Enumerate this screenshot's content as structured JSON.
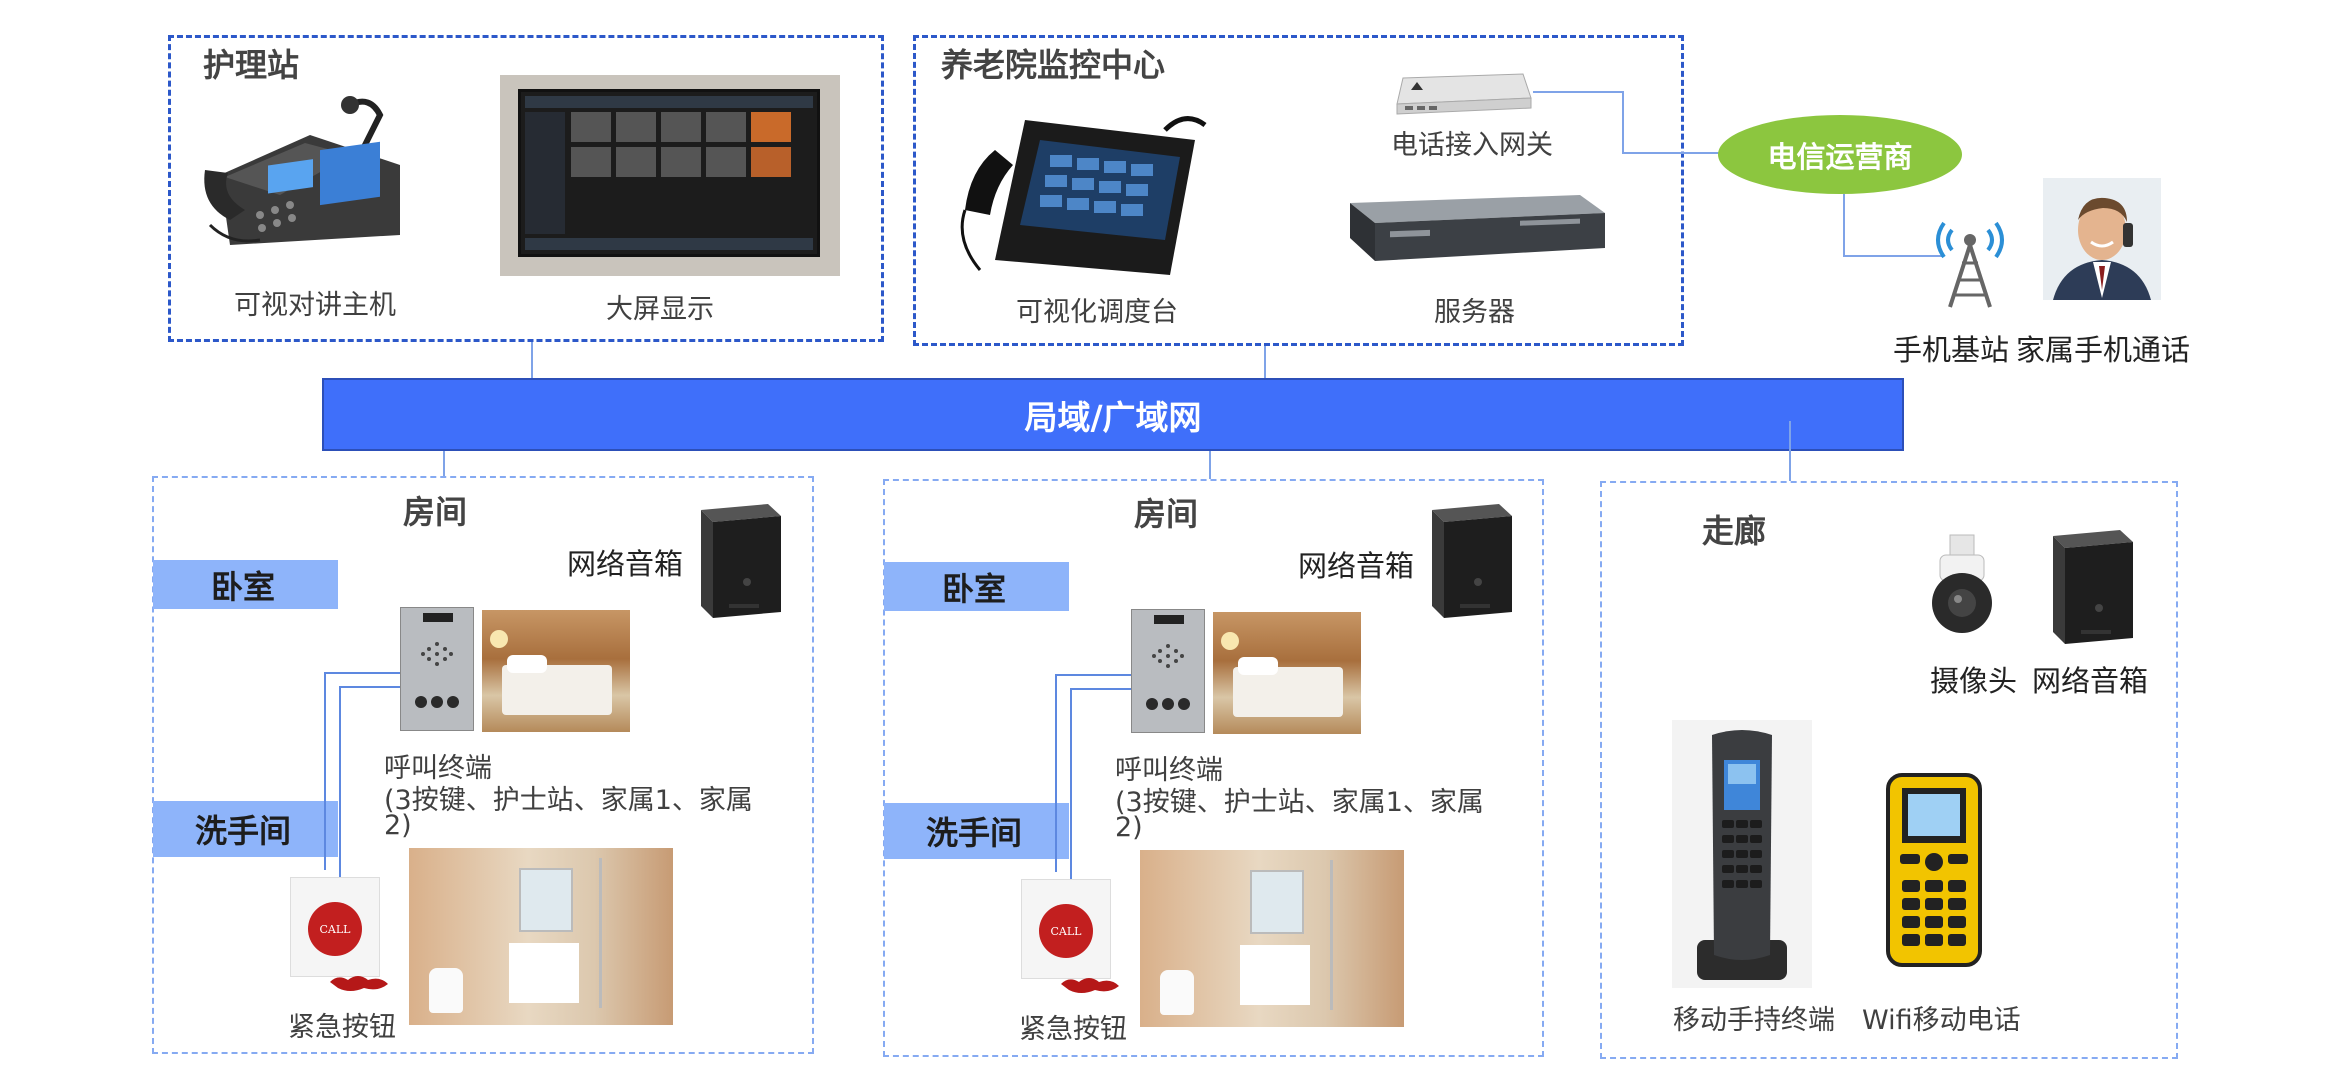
{
  "network_bus": "局域/广域网",
  "nurse_station": {
    "title": "护理站",
    "devices": [
      "可视对讲主机",
      "大屏显示"
    ]
  },
  "monitor_center": {
    "title": "养老院监控中心",
    "devices": [
      "可视化调度台",
      "电话接入网关",
      "服务器"
    ]
  },
  "telecom": {
    "operator": "电信运营商",
    "base_station": "手机基站",
    "family_phone": "家属手机通话"
  },
  "rooms": [
    {
      "title": "房间",
      "bedroom": "卧室",
      "bathroom": "洗手间",
      "speaker": "网络音箱",
      "call_terminal_line1": "呼叫终端",
      "call_terminal_line2": "(3按键、护士站、家属1、家属",
      "call_terminal_line3": "2)",
      "emergency_button": "紧急按钮",
      "call_text": "CALL"
    },
    {
      "title": "房间",
      "bedroom": "卧室",
      "bathroom": "洗手间",
      "speaker": "网络音箱",
      "call_terminal_line1": "呼叫终端",
      "call_terminal_line2": "(3按键、护士站、家属1、家属",
      "call_terminal_line3": "2)",
      "emergency_button": "紧急按钮",
      "call_text": "CALL"
    }
  ],
  "corridor": {
    "title": "走廊",
    "camera": "摄像头",
    "speaker": "网络音箱",
    "handheld": "移动手持终端",
    "wifi_phone": "Wifi移动电话"
  },
  "colors": {
    "bus": "#3f6ffa",
    "dashed_dark": "#2c58c9",
    "dashed_light": "#86aaf2",
    "tag_bg": "#8eb4fa",
    "operator_ellipse": "#8cc63f"
  }
}
